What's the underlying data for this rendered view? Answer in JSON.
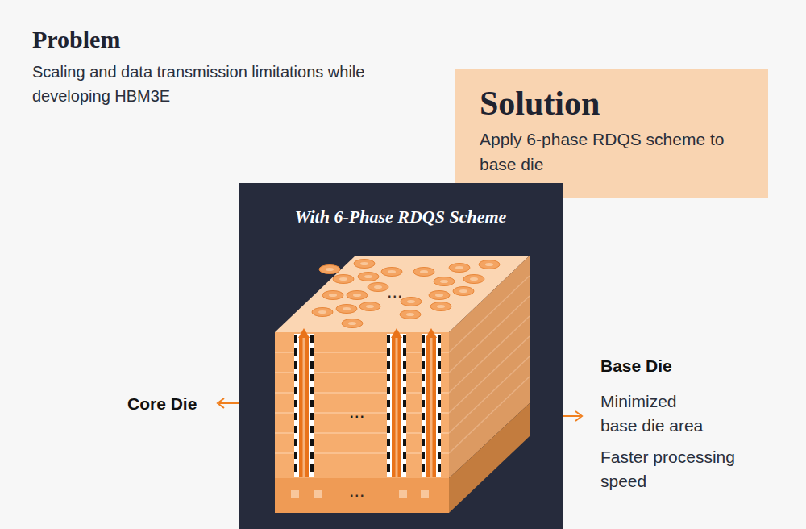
{
  "diagram": {
    "nodes": [
      {
        "text": [
          "Solution",
          "Apply 6-phase RDQS scheme to base die"
        ]
      },
      {
        "text": [
          "With 6-Phase RDQS Scheme"
        ]
      }
    ],
    "labels": [
      "Problem",
      "Scaling and data transmission limitations while developing HBM3E",
      "...",
      "...",
      "...",
      "Core Die",
      "Base Die",
      "Minimized base die area",
      "Faster processing speed"
    ]
  }
}
